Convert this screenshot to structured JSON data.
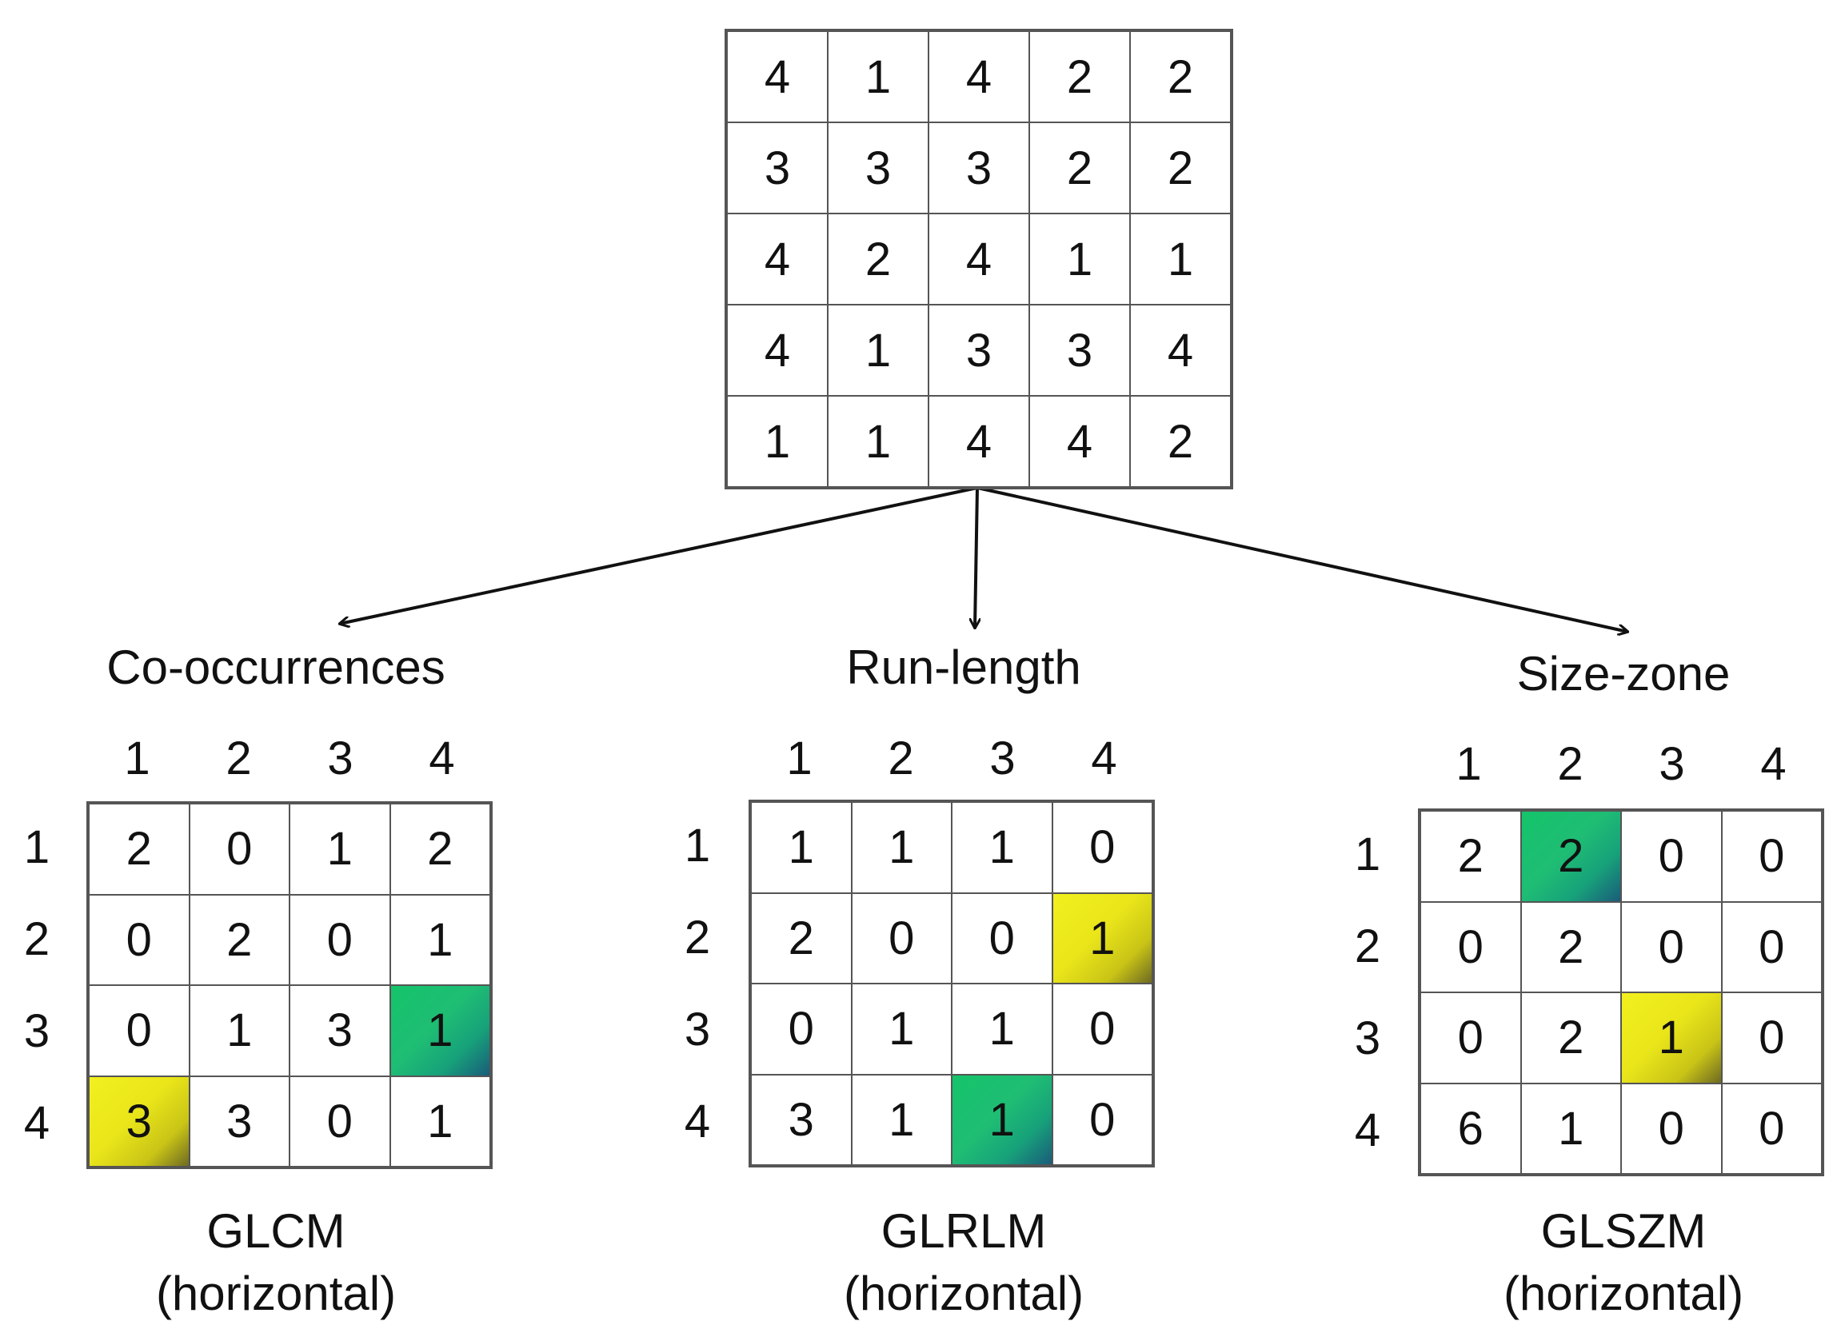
{
  "source_grid": [
    [
      "4",
      "1",
      "4",
      "2",
      "2"
    ],
    [
      "3",
      "3",
      "3",
      "2",
      "2"
    ],
    [
      "4",
      "2",
      "4",
      "1",
      "1"
    ],
    [
      "4",
      "1",
      "3",
      "3",
      "4"
    ],
    [
      "1",
      "1",
      "4",
      "4",
      "2"
    ]
  ],
  "panels": [
    {
      "title": "Co-occurrences",
      "col_labels": [
        "1",
        "2",
        "3",
        "4"
      ],
      "row_labels": [
        "1",
        "2",
        "3",
        "4"
      ],
      "matrix": [
        [
          "2",
          "0",
          "1",
          "2"
        ],
        [
          "0",
          "2",
          "0",
          "1"
        ],
        [
          "0",
          "1",
          "3",
          "1"
        ],
        [
          "3",
          "3",
          "0",
          "1"
        ]
      ],
      "highlights": {
        "3-0": "yellow",
        "2-3": "green"
      },
      "name": "GLCM",
      "subtitle": "(horizontal)"
    },
    {
      "title": "Run-length",
      "col_labels": [
        "1",
        "2",
        "3",
        "4"
      ],
      "row_labels": [
        "1",
        "2",
        "3",
        "4"
      ],
      "matrix": [
        [
          "1",
          "1",
          "1",
          "0"
        ],
        [
          "2",
          "0",
          "0",
          "1"
        ],
        [
          "0",
          "1",
          "1",
          "0"
        ],
        [
          "3",
          "1",
          "1",
          "0"
        ]
      ],
      "highlights": {
        "1-3": "yellow",
        "3-2": "green"
      },
      "name": "GLRLM",
      "subtitle": "(horizontal)"
    },
    {
      "title": "Size-zone",
      "col_labels": [
        "1",
        "2",
        "3",
        "4"
      ],
      "row_labels": [
        "1",
        "2",
        "3",
        "4"
      ],
      "matrix": [
        [
          "2",
          "2",
          "0",
          "0"
        ],
        [
          "0",
          "2",
          "0",
          "0"
        ],
        [
          "0",
          "2",
          "1",
          "0"
        ],
        [
          "6",
          "1",
          "0",
          "0"
        ]
      ],
      "highlights": {
        "2-2": "yellow",
        "0-1": "green"
      },
      "name": "GLSZM",
      "subtitle": "(horizontal)"
    }
  ]
}
